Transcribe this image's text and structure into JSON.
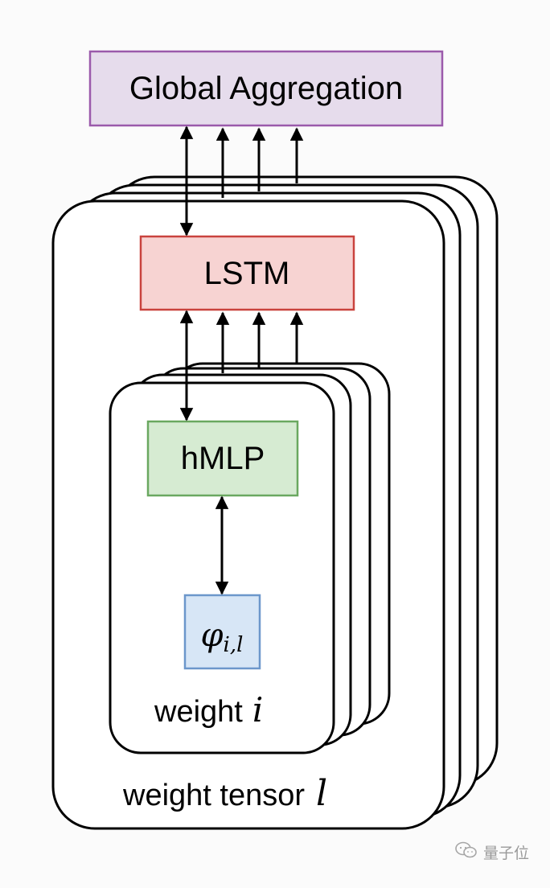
{
  "nodes": {
    "global_aggregation": {
      "label": "Global Aggregation",
      "fill": "#e6dcec",
      "stroke": "#9b5aab"
    },
    "lstm": {
      "label": "LSTM",
      "fill": "#f7d3d2",
      "stroke": "#c9433e"
    },
    "hmlp": {
      "label": "hMLP",
      "fill": "#d6ebd2",
      "stroke": "#6aa860"
    },
    "phi": {
      "label": "φ",
      "subscript": "i,l",
      "fill": "#d7e6f6",
      "stroke": "#6c97cb"
    }
  },
  "containers": {
    "weight": {
      "text": "weight",
      "var": "i"
    },
    "weight_tensor": {
      "text": "weight tensor",
      "var": "l"
    }
  },
  "watermark": {
    "text": "量子位",
    "icon": "wechat-icon"
  }
}
